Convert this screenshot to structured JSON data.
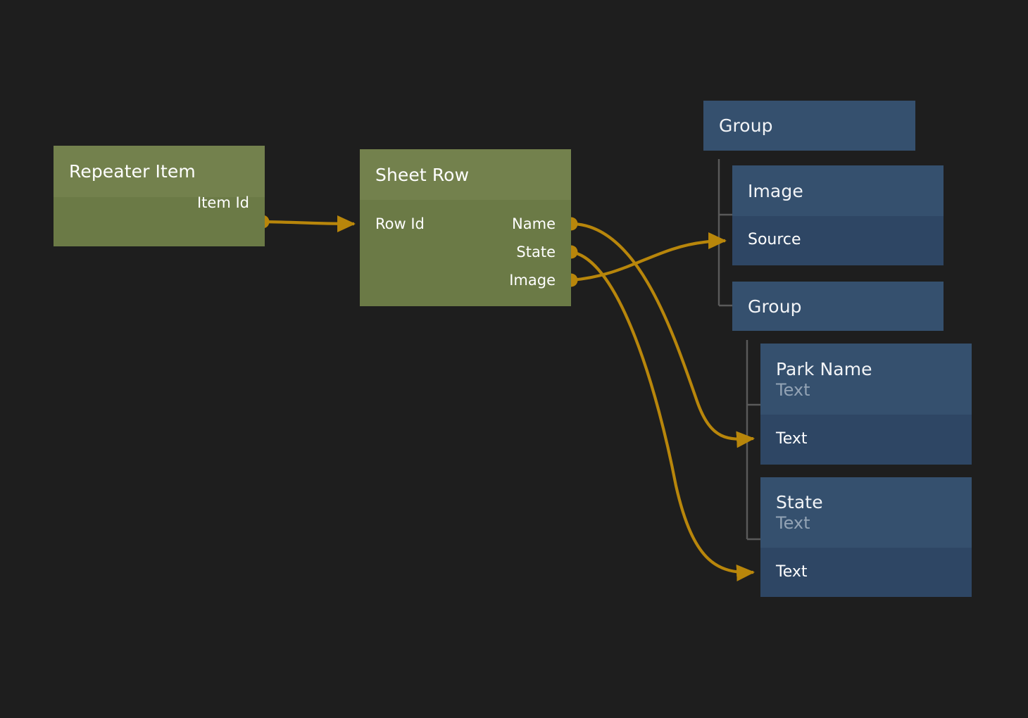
{
  "theme": {
    "background": "#1e1e1e",
    "node_green_header": "#73814d",
    "node_green_body": "#6b7a46",
    "node_blue_header": "#35506e",
    "node_blue_body": "#2e4664",
    "edge_color": "#b8860b",
    "tree_line_color": "#5a5a5a",
    "title_text": "#ffffff",
    "subtitle_text": "#93a3b5"
  },
  "nodes": {
    "repeater_item": {
      "title": "Repeater Item",
      "outputs": [
        {
          "label": "Item Id"
        }
      ]
    },
    "sheet_row": {
      "title": "Sheet Row",
      "inputs": [
        {
          "label": "Row Id"
        }
      ],
      "outputs": [
        {
          "label": "Name"
        },
        {
          "label": "State"
        },
        {
          "label": "Image"
        }
      ]
    },
    "group_top": {
      "title": "Group"
    },
    "image": {
      "title": "Image",
      "slot": "Source"
    },
    "group_inner": {
      "title": "Group"
    },
    "park_name": {
      "title": "Park Name",
      "subtitle": "Text",
      "slot": "Text"
    },
    "state": {
      "title": "State",
      "subtitle": "Text",
      "slot": "Text"
    }
  },
  "edges": [
    {
      "from": "repeater_item.Item Id",
      "to": "sheet_row.Row Id"
    },
    {
      "from": "sheet_row.Name",
      "to": "park_name.Text"
    },
    {
      "from": "sheet_row.State",
      "to": "state.Text"
    },
    {
      "from": "sheet_row.Image",
      "to": "image.Source"
    }
  ]
}
